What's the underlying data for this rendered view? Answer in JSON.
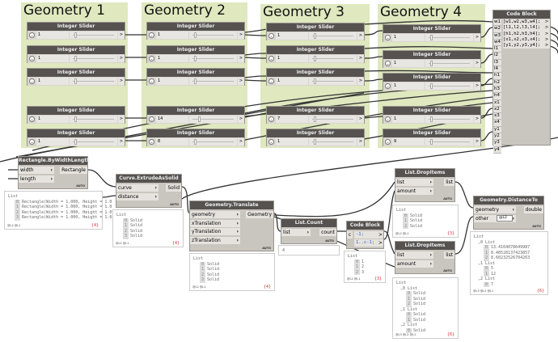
{
  "groups": [
    {
      "title": "Geometry 1",
      "slider_values": [
        "1",
        "1",
        "1",
        "1",
        "1"
      ]
    },
    {
      "title": "Geometry 2",
      "slider_values": [
        "1",
        "1",
        "1",
        "14",
        "8"
      ]
    },
    {
      "title": "Geometry 3",
      "slider_values": [
        "1",
        "1",
        "1",
        "7",
        "1"
      ]
    },
    {
      "title": "Geometry 4",
      "slider_values": [
        "1",
        "1",
        "1",
        "1",
        "9"
      ]
    }
  ],
  "slider_title": "Integer Slider",
  "slider_fill": {
    "Geometry 1": [
      0.1,
      0.1,
      0.1,
      0.1,
      0.1
    ],
    "Geometry 2": [
      0.1,
      0.1,
      0.1,
      0.18,
      0.1
    ],
    "Geometry 3": [
      0.1,
      0.1,
      0.1,
      0.1,
      0.1
    ],
    "Geometry 4": [
      0.1,
      0.1,
      0.1,
      0.1,
      0.1
    ]
  },
  "out_glyph": ">",
  "auto_label": "AUTO",
  "code_block": {
    "title": "Code Block",
    "inputs": [
      "w1",
      "w2",
      "w3",
      "w4",
      "l1",
      "l2",
      "l3",
      "l4",
      "h1",
      "h2",
      "h3",
      "h4",
      "x1",
      "x2",
      "x3",
      "x4",
      "y1",
      "y2",
      "y3",
      "y4"
    ],
    "lines": [
      "[w1,w2,w3,w4];",
      "[l1,l2,l3,l4];",
      "[h1,h2,h3,h4];",
      "[x1,x2,x3,x4];",
      "[y1,y2,y3,y4];"
    ]
  },
  "rectangle": {
    "title": "Rectangle.ByWidthLength",
    "inputs": [
      "width",
      "length"
    ],
    "output": "Rectangle",
    "preview": {
      "header": "List",
      "items": [
        "Rectangle(Width = 1.000, Height = 1.0",
        "Rectangle(Width = 1.000, Height = 1.0",
        "Rectangle(Width = 1.000, Height = 1.0",
        "Rectangle(Width = 1.000, Height = 1.0"
      ],
      "levels": "@L2 @L1",
      "count": "{4}"
    }
  },
  "extrude": {
    "title": "Curve.ExtrudeAsSolid",
    "inputs": [
      "curve",
      "distance"
    ],
    "output": "Solid",
    "preview": {
      "header": "List",
      "items": [
        "Solid",
        "Solid",
        "Solid",
        "Solid"
      ],
      "levels": "@L2 @L1",
      "count": "{4}"
    }
  },
  "translate": {
    "title": "Geometry.Translate",
    "inputs": [
      "geometry",
      "xTranslation",
      "yTranslation",
      "zTranslation"
    ],
    "output": "Geometry",
    "preview": {
      "header": "List",
      "items": [
        "Solid",
        "Solid",
        "Solid",
        "Solid"
      ],
      "levels": "@L2 @L1",
      "count": "{4}"
    }
  },
  "list_count": {
    "title": "List.Count",
    "inputs": [
      "list"
    ],
    "output": "count",
    "preview": {
      "value": "4"
    }
  },
  "code_block_2": {
    "title": "Code Block",
    "input": "c",
    "lines": [
      "-1;",
      "1..c-1;"
    ],
    "preview": {
      "header": "List",
      "items": [
        "1",
        "2",
        "3"
      ],
      "levels": "@L2 @L1",
      "count": "{3}"
    }
  },
  "drop1": {
    "title": "List.DropItems",
    "inputs": [
      "list",
      "amount"
    ],
    "output": "list",
    "preview": {
      "header": "List",
      "items": [
        "Solid",
        "Solid",
        "Solid"
      ],
      "levels": "@L2 @L1",
      "count": "{3}"
    }
  },
  "drop2": {
    "title": "List.DropItems",
    "inputs": [
      "list",
      "amount"
    ],
    "output": "list",
    "preview": {
      "header": "List",
      "nested": [
        {
          "label": "0 List",
          "items": [
            "Solid",
            "Solid",
            "Solid"
          ]
        },
        {
          "label": "1 List",
          "items": [
            "Solid",
            "Solid"
          ]
        },
        {
          "label": "2 List",
          "items": [
            "Solid"
          ]
        }
      ],
      "levels": "@L3 @L2 @L1",
      "count": "{6}"
    }
  },
  "distance": {
    "title": "Geometry.DistanceTo",
    "inputs": [
      "geometry",
      "other"
    ],
    "output": "double",
    "lacing": "@L2",
    "preview": {
      "header": "List",
      "nested": [
        {
          "label": "0 List",
          "items": [
            "13.4164078649987",
            "8.48528137423857",
            "8.60232526704263"
          ]
        },
        {
          "label": "1 List",
          "items": [
            "5",
            "12"
          ]
        },
        {
          "label": "2 List",
          "items": [
            "7"
          ]
        }
      ],
      "levels": "@L3 @L2 @L1",
      "count": "{6}"
    }
  }
}
